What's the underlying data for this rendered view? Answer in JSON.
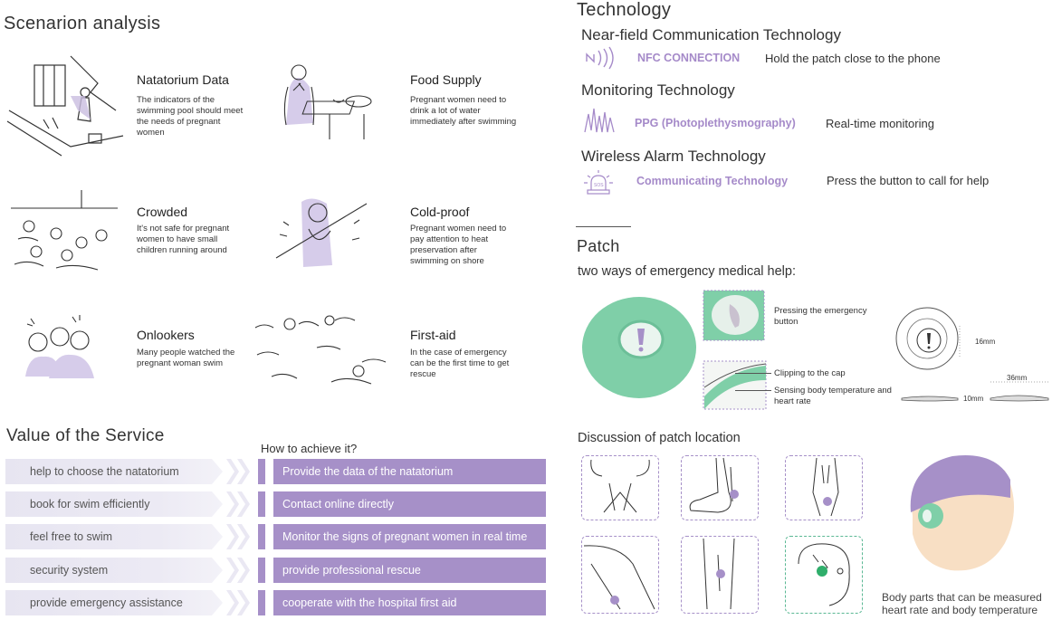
{
  "scenario": {
    "title": "Scenarion analysis",
    "items": [
      {
        "title": "Natatorium Data",
        "desc": "The indicators of the swimming pool should meet the needs of pregnant women"
      },
      {
        "title": "Food Supply",
        "desc": "Pregnant women need to drink a lot of water immediately after swimming"
      },
      {
        "title": "Crowded",
        "desc": "It's not safe for pregnant women to have small children running around"
      },
      {
        "title": "Cold-proof",
        "desc": "Pregnant women need to pay attention to heat preservation after swimming on shore"
      },
      {
        "title": "Onlookers",
        "desc": "Many people watched the pregnant woman swim"
      },
      {
        "title": "First-aid",
        "desc": "In the case of emergency can be the first time to get rescue"
      }
    ]
  },
  "value": {
    "title": "Value of the Service",
    "how_title": "How to achieve it?",
    "rows": [
      {
        "value": "help to choose the natatorium",
        "how": "Provide the data of the natatorium"
      },
      {
        "value": "book for swim efficiently",
        "how": "Contact online directly"
      },
      {
        "value": "feel free to swim",
        "how": "Monitor the signs of pregnant women in real time"
      },
      {
        "value": "security system",
        "how": "provide professional rescue"
      },
      {
        "value": "provide emergency assistance",
        "how": "cooperate with the hospital first aid"
      }
    ]
  },
  "technology": {
    "title": "Technology",
    "items": [
      {
        "title": "Near-field Communication  Technology",
        "name": "NFC CONNECTION",
        "desc": "Hold the patch close to the phone",
        "icon": "nfc-icon"
      },
      {
        "title": "Monitoring Technology",
        "name": "PPG (Photoplethysmography)",
        "desc": "Real-time monitoring",
        "icon": "pulse-wave-icon"
      },
      {
        "title": "Wireless Alarm Technology",
        "name": "Communicating Technology",
        "desc": "Press the button to call for help",
        "icon": "sos-alarm-icon"
      }
    ]
  },
  "patch": {
    "title": "Patch",
    "subtitle": "two ways of emergency medical help:",
    "press_label": "Pressing the emergency button",
    "clip_label": "Clipping to the cap",
    "sensing_label": "Sensing body temperature and heart rate",
    "dim_height": "16mm",
    "dim_width": "36mm",
    "dim_depth": "10mm",
    "colors": {
      "patch": "#7fcfa8",
      "accent": "#a690c8",
      "skin": "#f8dfc4"
    }
  },
  "location": {
    "title": "Discussion of patch location",
    "caption_line1": "Body parts that can be measured",
    "caption_line2": "heart rate and body temperature"
  }
}
